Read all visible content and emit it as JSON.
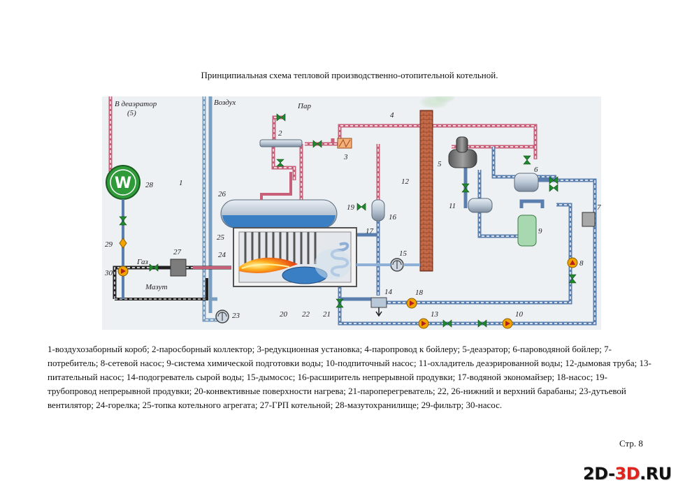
{
  "title": "Принципиальная схема тепловой производственно-отопительной котельной.",
  "labels": {
    "deaerator": "В деаэратор",
    "deaerator_num": "(5)",
    "air": "Воздух",
    "steam": "Пар",
    "gas": "Газ",
    "mazut": "Мазут",
    "boiler_symbol": "W",
    "n1": "1",
    "n2": "2",
    "n3": "3",
    "n4": "4",
    "n5": "5",
    "n6": "6",
    "n7": "7",
    "n8": "8",
    "n9": "9",
    "n10": "10",
    "n11": "11",
    "n12": "12",
    "n13": "13",
    "n14": "14",
    "n15": "15",
    "n16": "16",
    "n17": "17",
    "n18": "18",
    "n19": "19",
    "n20": "20",
    "n21": "21",
    "n22": "22",
    "n23": "23",
    "n24": "24",
    "n25": "25",
    "n26": "26",
    "n27": "27",
    "n28": "28",
    "n29": "29",
    "n30": "30"
  },
  "legend": "1-воздухозаборный короб; 2-паросборный коллектор; 3-редукционная установка; 4-паропровод к бойлеру; 5-деаэратор; 6-пароводяной бойлер; 7-потребитель; 8-сетевой насос; 9-система химической подготовки воды; 10-подпиточный насос; 11-охладитель деаэрированной воды; 12-дымовая труба; 13-питательный насос; 14-подогреватель сырой воды; 15-дымосос; 16-расширитель непрерывной продувки; 17-водяной экономайзер; 18-насос; 19-трубопровод непрерывной продувки; 20-конвективные поверхности нагрева; 21-пароперегреватель; 22, 26-нижний и верхний барабаны; 23-дутьевой вентилятор; 24-горелка; 25-топка котельного агрегата; 27-ГРП котельной; 28-мазутохранилище; 29-фильтр; 30-насос.",
  "page": "Стр. 8",
  "watermark": {
    "part1": "2D-",
    "part2": "3D",
    "part3": ".RU"
  },
  "colors": {
    "steam_pipe": "#c8607a",
    "water_pipe": "#5a7fae",
    "air_pipe": "#7a9ec0",
    "valve": "#1f8a2e",
    "pump": "#f2a500",
    "chimney": "#b85a3c",
    "drum_water": "#3a7fc4",
    "boiler_tank": "#2f9a3a",
    "watermark_red": "#e0231c"
  }
}
